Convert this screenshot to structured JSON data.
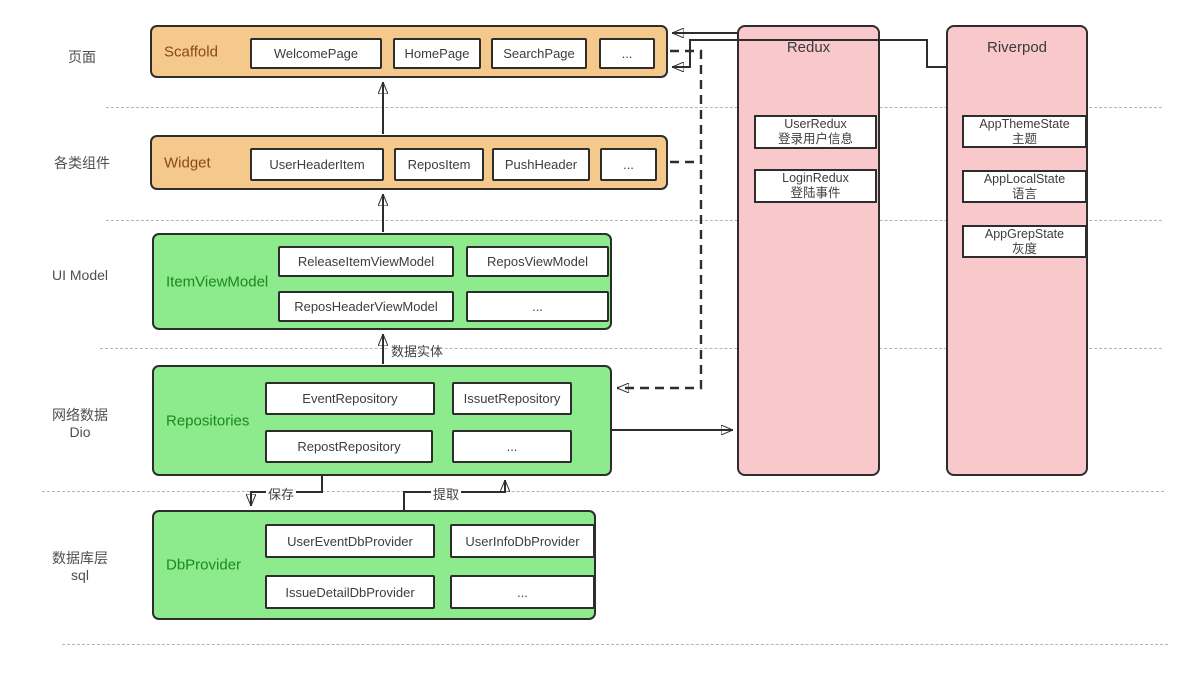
{
  "diagram_title": "Flutter app architecture diagram",
  "colors": {
    "orange-fill": "#f5c88c",
    "orange-text": "#8a4a15",
    "green-fill": "#8dea8d",
    "green-text": "#1a8a1a",
    "pink-fill": "#f9c8cb",
    "box-border": "#2d2d2d",
    "arrow": "#2d2d2d",
    "sep": "#b5b5b5",
    "label": "#4f4f4f",
    "boxtext": "#3d3d3d"
  },
  "side_labels": {
    "pages": "页面",
    "widgets": "各类组件",
    "ui_model": "UI Model",
    "network_line1": "网络数据",
    "network_line2": "Dio",
    "db_line1": "数据库层",
    "db_line2": "sql"
  },
  "layers": {
    "scaffold": {
      "title": "Scaffold",
      "items": [
        "WelcomePage",
        "HomePage",
        "SearchPage",
        "..."
      ]
    },
    "widget": {
      "title": "Widget",
      "items": [
        "UserHeaderItem",
        "ReposItem",
        "PushHeader",
        "..."
      ]
    },
    "item_view_model": {
      "title": "ItemViewModel",
      "items": [
        "ReleaseItemViewModel",
        "ReposViewModel",
        "ReposHeaderViewModel",
        "..."
      ]
    },
    "repositories": {
      "title": "Repositories",
      "items": [
        "EventRepository",
        "IssuetRepository",
        "RepostRepository",
        "..."
      ]
    },
    "db_provider": {
      "title": "DbProvider",
      "items": [
        "UserEventDbProvider",
        "UserInfoDbProvider",
        "IssueDetailDbProvider",
        "..."
      ]
    }
  },
  "state_columns": {
    "redux": {
      "title": "Redux",
      "items": [
        {
          "name": "UserRedux",
          "desc": "登录用户信息"
        },
        {
          "name": "LoginRedux",
          "desc": "登陆事件"
        }
      ]
    },
    "riverpod": {
      "title": "Riverpod",
      "items": [
        {
          "name": "AppThemeState",
          "desc": "主题"
        },
        {
          "name": "AppLocalState",
          "desc": "语言"
        },
        {
          "name": "AppGrepState",
          "desc": "灰度"
        }
      ]
    }
  },
  "edge_labels": {
    "data_entity": "数据实体",
    "save": "保存",
    "fetch": "提取"
  }
}
